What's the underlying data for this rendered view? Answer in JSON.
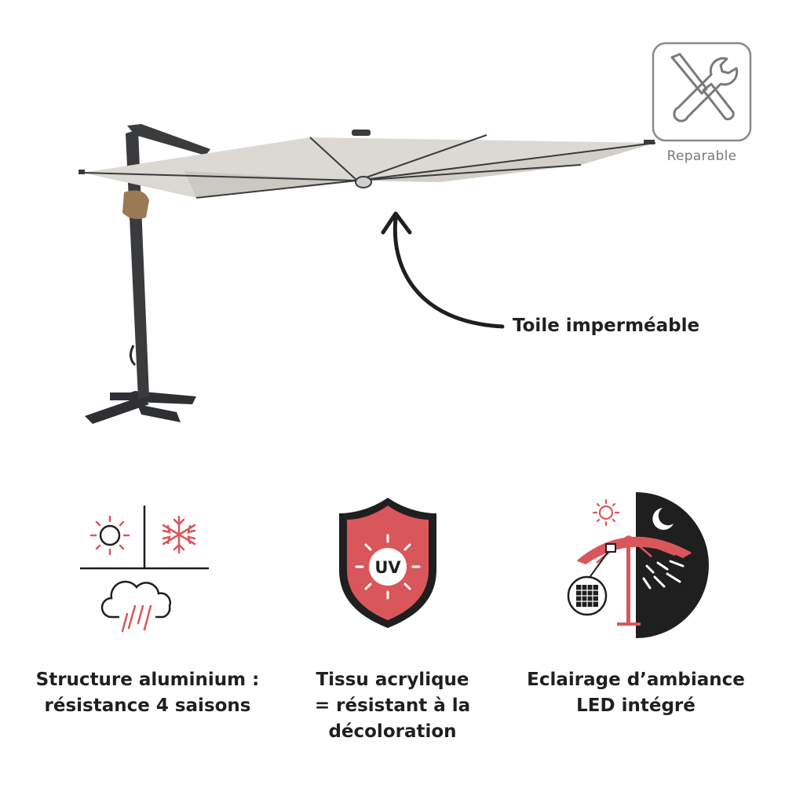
{
  "badge": {
    "label": "Reparable",
    "icon": "wrench-screwdriver-icon"
  },
  "callout": {
    "label": "Toile imperméable"
  },
  "features": [
    {
      "icon": "weather-seasons-icon",
      "lines": [
        "Structure aluminium :",
        "résistance 4 saisons"
      ]
    },
    {
      "icon": "uv-shield-icon",
      "lines": [
        "Tissu acrylique",
        "= résistant à la",
        "décoloration"
      ]
    },
    {
      "icon": "solar-led-parasol-icon",
      "lines": [
        "Eclairage d’ambiance",
        "LED intégré"
      ]
    }
  ],
  "colors": {
    "accent": "#d9575a",
    "dark": "#1f1f1f",
    "canvas": "#dedad6",
    "frame": "#3a3b3d",
    "grey": "#7a7a7a"
  }
}
